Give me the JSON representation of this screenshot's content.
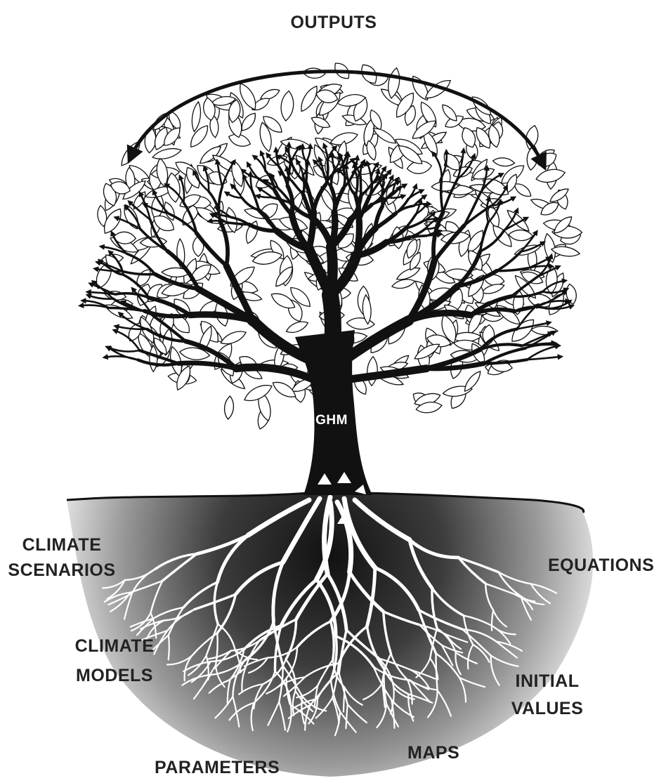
{
  "diagram": {
    "outputs_label": "OUTPUTS",
    "trunk_label": "GHM",
    "inputs": {
      "climate_scenarios": [
        "CLIMATE",
        "SCENARIOS"
      ],
      "climate_models": [
        "CLIMATE",
        "MODELS"
      ],
      "parameters": "PARAMETERS",
      "maps": "MAPS",
      "initial_values": [
        "INITIAL",
        "VALUES"
      ],
      "equations": "EQUATIONS"
    }
  },
  "colors": {
    "ink": "#111111",
    "label": "#222222",
    "background": "#ffffff",
    "soil_dark": "#161616",
    "root": "#ffffff"
  }
}
